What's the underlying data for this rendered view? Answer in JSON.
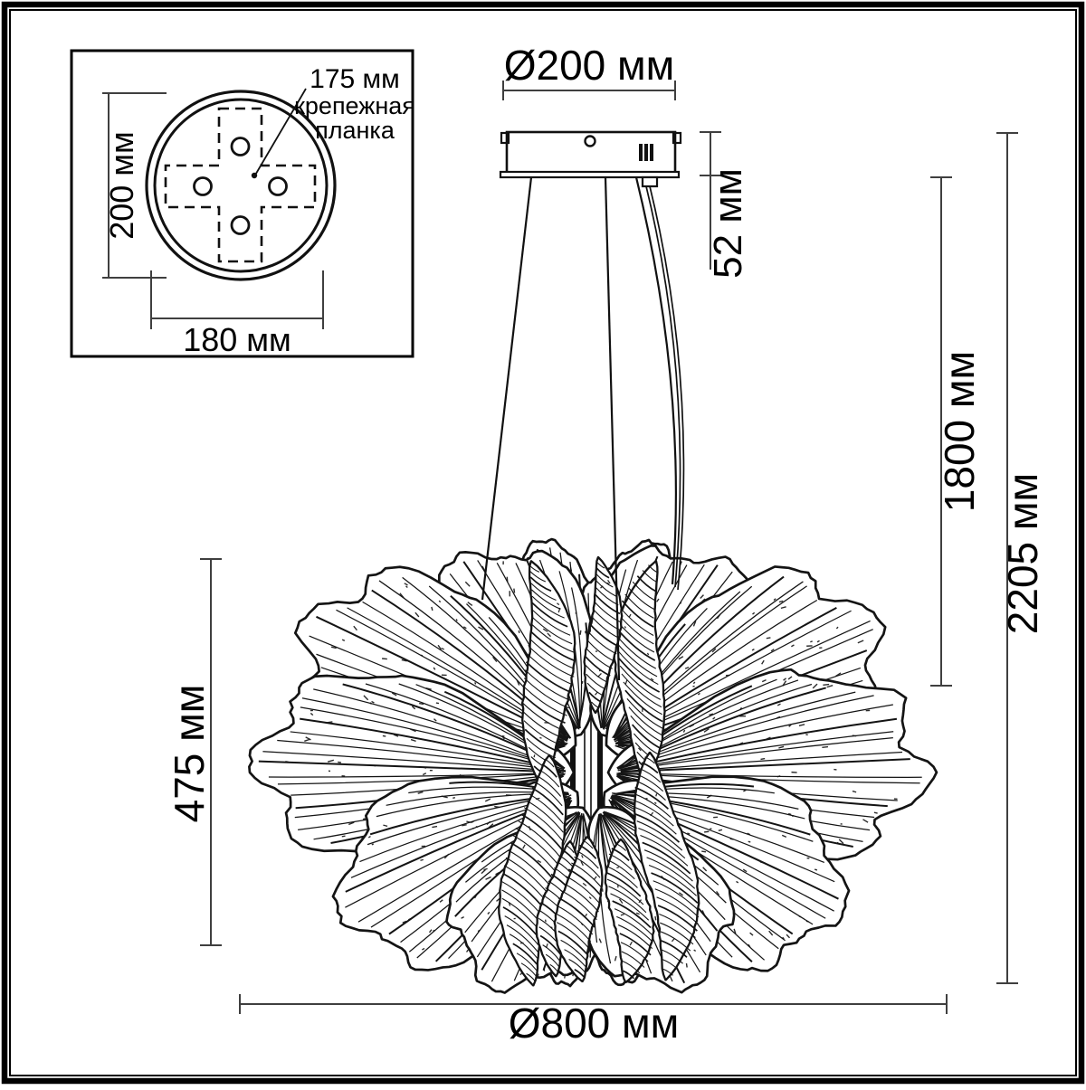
{
  "drawing": {
    "labels": {
      "canopy_diameter": "Ø200 мм",
      "canopy_height": "52 мм",
      "cable_length": "1800 мм",
      "total_height": "2205 мм",
      "shade_height": "475 мм",
      "shade_diameter": "Ø800 мм"
    },
    "inset": {
      "plate_height": "200 мм",
      "plate_width": "180 мм",
      "bracket_size": "175 мм",
      "bracket_name_line1": "крепежная",
      "bracket_name_line2": "планка"
    },
    "colors": {
      "ink": "#141414",
      "dim_line": "#3f3f3f"
    }
  }
}
